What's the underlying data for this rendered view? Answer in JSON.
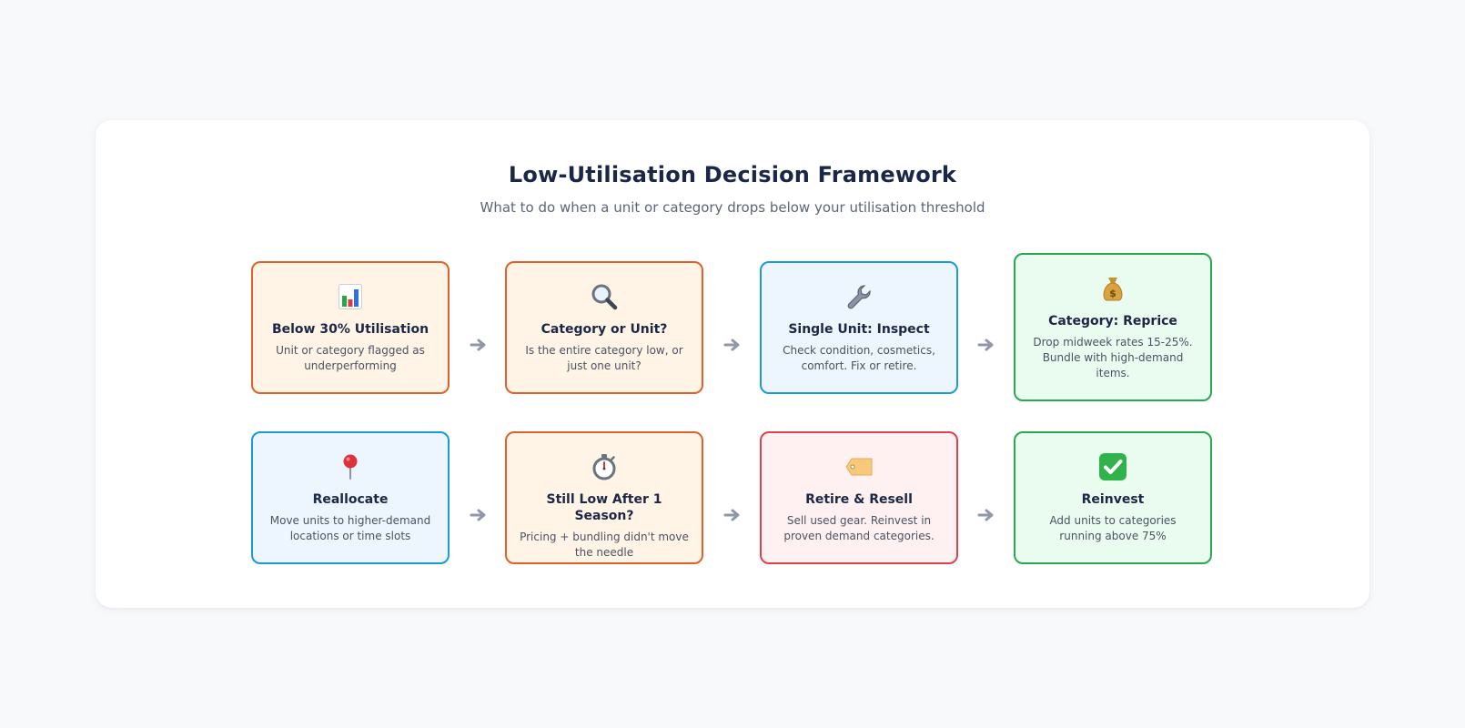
{
  "header": {
    "title": "Low-Utilisation Decision Framework",
    "subtitle": "What to do when a unit or category drops below your utilisation threshold"
  },
  "colors": {
    "orange_border": "#e0612a",
    "orange_fill": "#fff4e6",
    "blue_border": "#1a9ad6",
    "blue_fill": "#edf5ff",
    "green_border": "#29a94f",
    "green_fill": "#eafcef",
    "red_border": "#d9434a",
    "red_fill": "#fff1f2",
    "arrow": "#8f97a8"
  },
  "steps": [
    {
      "icon": "bar-chart-icon",
      "color": "orange",
      "title": "Below 30% Utilisation",
      "description": "Unit or category flagged as underperforming"
    },
    {
      "icon": "magnifier-icon",
      "color": "orange",
      "title": "Category or Unit?",
      "description": "Is the entire category low, or just one unit?"
    },
    {
      "icon": "wrench-icon",
      "color": "blue",
      "title": "Single Unit: Inspect",
      "description": "Check condition, cosmetics, comfort. Fix or retire."
    },
    {
      "icon": "money-bag-icon",
      "color": "green",
      "title": "Category: Reprice",
      "description": "Drop midweek rates 15-25%. Bundle with high-demand items."
    },
    {
      "icon": "pin-icon",
      "color": "blue",
      "title": "Reallocate",
      "description": "Move units to higher-demand locations or time slots"
    },
    {
      "icon": "stopwatch-icon",
      "color": "orange",
      "title": "Still Low After 1 Season?",
      "description": "Pricing + bundling didn't move the needle"
    },
    {
      "icon": "price-tag-icon",
      "color": "red",
      "title": "Retire & Resell",
      "description": "Sell used gear. Reinvest in proven demand categories."
    },
    {
      "icon": "check-mark-icon",
      "color": "green",
      "title": "Reinvest",
      "description": "Add units to categories running above 75%"
    }
  ]
}
